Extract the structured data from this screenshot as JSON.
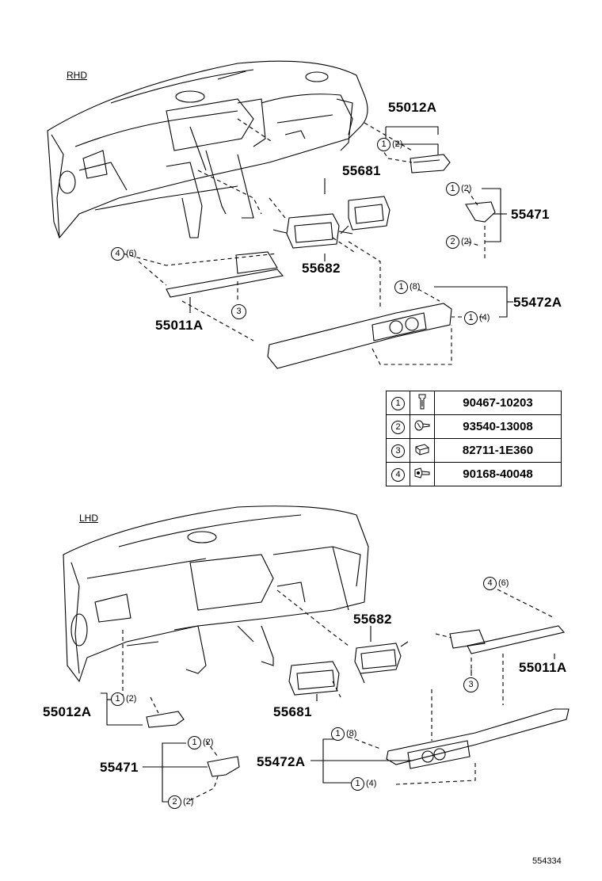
{
  "sections": {
    "rhd": "RHD",
    "lhd": "LHD"
  },
  "parts": {
    "rhd_55012a": "55012A",
    "rhd_55681": "55681",
    "rhd_55471": "55471",
    "rhd_55682": "55682",
    "rhd_55011a": "55011A",
    "rhd_55472a": "55472A",
    "lhd_55682": "55682",
    "lhd_55011a": "55011A",
    "lhd_55681": "55681",
    "lhd_55012a": "55012A",
    "lhd_55471": "55471",
    "lhd_55472a": "55472A"
  },
  "callouts": {
    "rhd_55012a": {
      "num": "1",
      "qty": "(2)"
    },
    "rhd_55471_a": {
      "num": "1",
      "qty": "(2)"
    },
    "rhd_55471_b": {
      "num": "2",
      "qty": "(2)"
    },
    "rhd_55011a": {
      "num": "4",
      "qty": "(6)"
    },
    "rhd_55011a_b": {
      "num": "3"
    },
    "rhd_55472a_a": {
      "num": "1",
      "qty": "(8)"
    },
    "rhd_55472a_b": {
      "num": "1",
      "qty": "(4)"
    },
    "lhd_55011a": {
      "num": "4",
      "qty": "(6)"
    },
    "lhd_55011a_b": {
      "num": "3"
    },
    "lhd_55012a": {
      "num": "1",
      "qty": "(2)"
    },
    "lhd_55471_a": {
      "num": "1",
      "qty": "(2)"
    },
    "lhd_55471_b": {
      "num": "2",
      "qty": "(2)"
    },
    "lhd_55472a_a": {
      "num": "1",
      "qty": "(8)"
    },
    "lhd_55472a_b": {
      "num": "1",
      "qty": "(4)"
    }
  },
  "fasteners": [
    {
      "num": "1",
      "icon": "clip-icon",
      "part_no": "90467-10203"
    },
    {
      "num": "2",
      "icon": "screw-icon",
      "part_no": "93540-13008"
    },
    {
      "num": "3",
      "icon": "nut-clip-icon",
      "part_no": "82711-1E360"
    },
    {
      "num": "4",
      "icon": "bolt-icon",
      "part_no": "90168-40048"
    }
  ],
  "figure_id": "554334"
}
